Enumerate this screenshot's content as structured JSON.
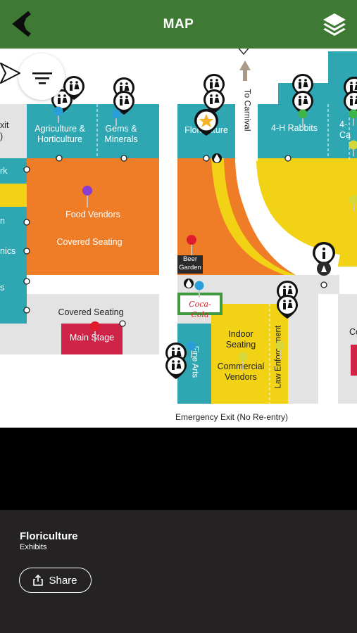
{
  "header": {
    "title": "MAP"
  },
  "map": {
    "labels": {
      "exit_fragment": "xit",
      "exit_fragment2": ")",
      "agriculture": "Agriculture &\nHorticulture",
      "gems": "Gems &\nMinerals",
      "floriculture": "Floriculture",
      "to_carnival": "To Carnival",
      "rabbits": "4-H Rabbits",
      "right_fragment": "4-\nCa",
      "food_vendors": "Food Vendors",
      "covered_seating_top": "Covered Seating",
      "covered_seating_bottom": "Covered Seating",
      "main_stage": "Main Stage",
      "beer_garden": "Beer\nGarden",
      "coca_cola": "Coca-Cola",
      "indoor_seating": "Indoor\nSeating",
      "commercial_vendors": "Commercial\nVendors",
      "law_enforcement": "Law Enforcement",
      "fine_arts": "Fine Arts",
      "emergency_exit": "Emergency Exit (No Re-entry)",
      "left_rk": "rk",
      "left_n": "n",
      "left_nics": "nics",
      "left_s": "s",
      "right_co": "Co"
    },
    "colors": {
      "teal": "#2fa7b3",
      "orange": "#ef7c26",
      "yellow": "#f2d214",
      "gray": "#e3e3e3",
      "red": "#cf2348",
      "green": "#3f7a34"
    }
  },
  "sheet": {
    "title": "Floriculture",
    "category": "Exhibits",
    "share_label": "Share"
  }
}
